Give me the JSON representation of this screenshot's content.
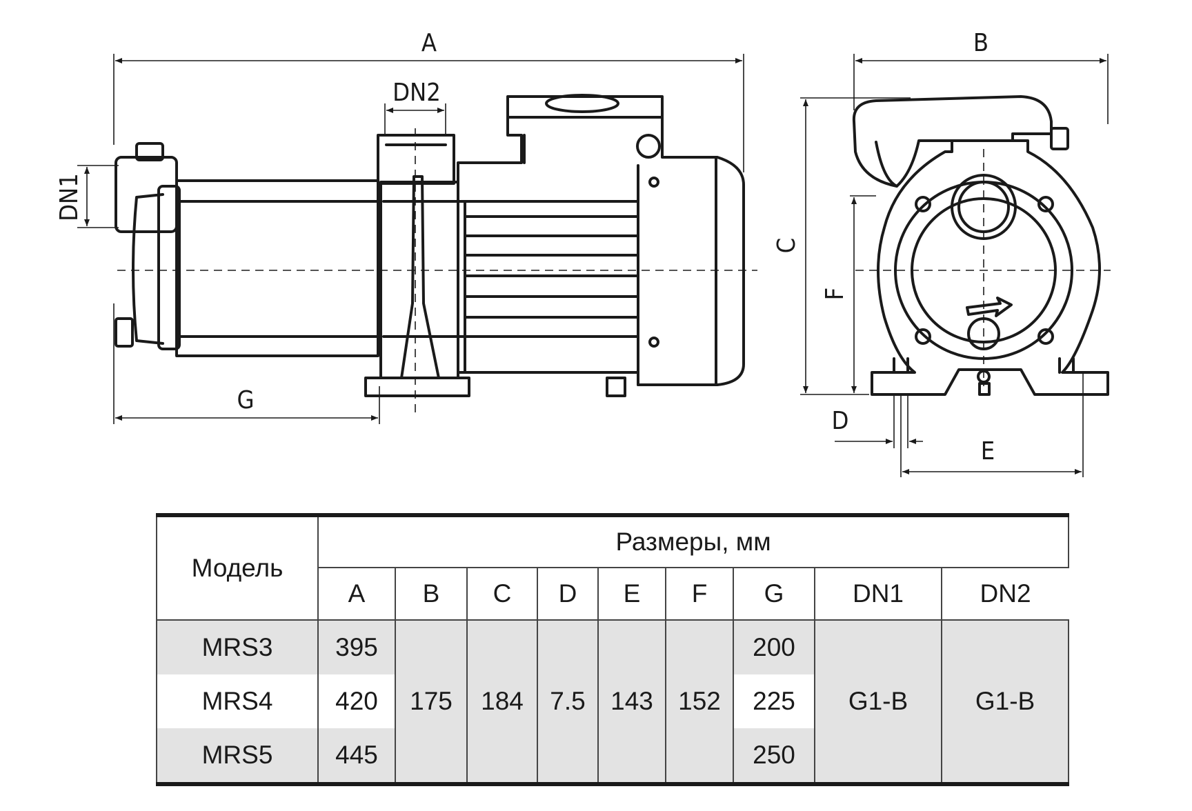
{
  "drawing": {
    "labels": {
      "A": "A",
      "B": "B",
      "C": "C",
      "D": "D",
      "E": "E",
      "F": "F",
      "G": "G",
      "DN1": "DN1",
      "DN2": "DN2"
    }
  },
  "table": {
    "model_header": "Модель",
    "group_header": "Размеры, мм",
    "columns": [
      "A",
      "B",
      "C",
      "D",
      "E",
      "F",
      "G",
      "DN1",
      "DN2"
    ],
    "models": [
      "MRS3",
      "MRS4",
      "MRS5"
    ],
    "a_values": [
      "395",
      "420",
      "445"
    ],
    "g_values": [
      "200",
      "225",
      "250"
    ],
    "shared": {
      "B": "175",
      "C": "184",
      "D": "7.5",
      "E": "143",
      "F": "152",
      "DN1": "G1-B",
      "DN2": "G1-B"
    }
  }
}
